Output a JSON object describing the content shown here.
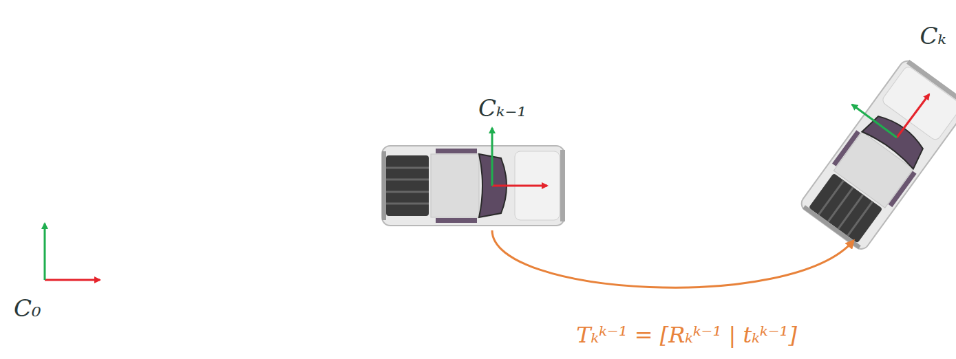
{
  "diagram": {
    "nodes": [
      {
        "text": [
          "Cₖ₋₁"
        ]
      },
      {
        "text": [
          "Cₖ"
        ]
      }
    ],
    "edges": [
      {
        "from": 0,
        "to": 1,
        "arrow": "to",
        "label": "Tₖᵏ⁻¹ = [Rₖᵏ⁻¹ | tₖᵏ⁻¹]"
      }
    ],
    "labels": [
      "C₀"
    ]
  }
}
